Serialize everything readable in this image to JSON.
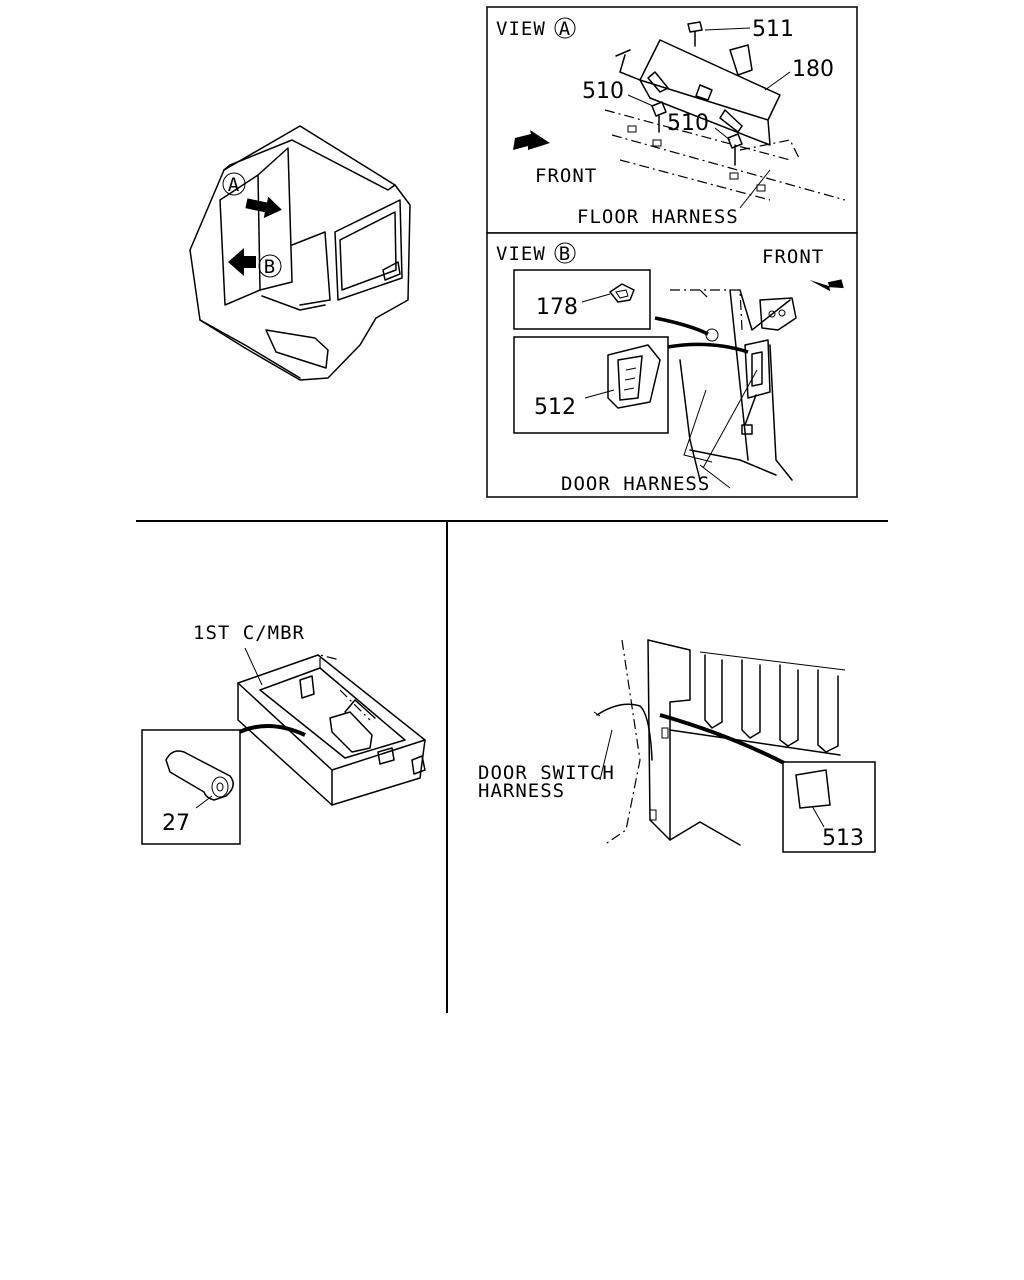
{
  "view_a": {
    "title": "VIEW",
    "letter": "A",
    "parts": {
      "p511": "511",
      "p180": "180",
      "p510_left": "510",
      "p510_right": "510"
    },
    "front_label": "FRONT",
    "harness_label": "FLOOR HARNESS"
  },
  "view_b": {
    "title": "VIEW",
    "letter": "B",
    "front_label": "FRONT",
    "parts": {
      "p178": "178",
      "p512": "512"
    },
    "harness_label": "DOOR HARNESS"
  },
  "cab": {
    "marker_a": "A",
    "marker_b": "B"
  },
  "crossmember": {
    "label": "1ST C/MBR",
    "part": "27"
  },
  "door_switch": {
    "label_line1": "DOOR SWITCH",
    "label_line2": "HARNESS",
    "part": "513"
  }
}
